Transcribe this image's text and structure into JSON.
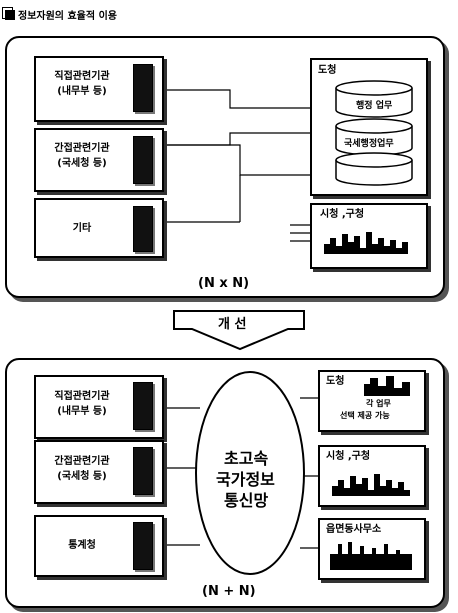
{
  "header": {
    "title": "정보자원의 효율적 이용"
  },
  "top": {
    "boxes": [
      "직접관련기관",
      "(내무부 등)",
      "간접관련기관",
      "(국세청 등)",
      "기타"
    ],
    "right": {
      "title": "도청",
      "db1": "행정 업무",
      "db2": "국세행정업무",
      "city": "시청 ,구청"
    },
    "formula": "(N x N)"
  },
  "arrow": {
    "label": "개 선"
  },
  "bottom": {
    "boxes": [
      "직접관련기관",
      "(내무부 등)",
      "간접관련기관",
      "(국세청 등)",
      "통계청"
    ],
    "center": [
      "초고속",
      "국가정보",
      "통신망"
    ],
    "right": {
      "dochung": "도청",
      "dochung_sub1": "각 업무",
      "dochung_sub2": "선택 제공 가능",
      "city": "시청 ,구청",
      "office": "읍면동사무소"
    },
    "formula": "(N + N)"
  }
}
